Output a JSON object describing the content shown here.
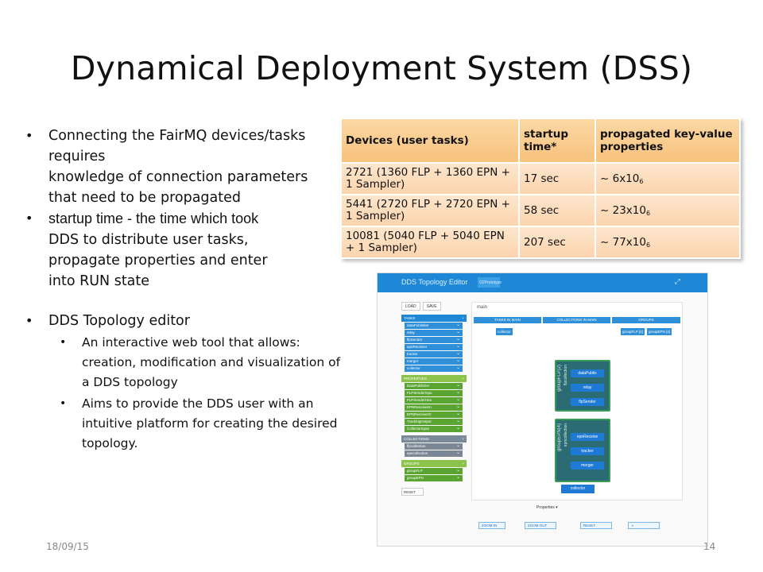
{
  "slide": {
    "title": "Dynamical Deployment System (DSS)",
    "footer_date": "18/09/15",
    "page_number": "14"
  },
  "bullets": {
    "b1_line1": "Connecting the FairMQ devices/tasks",
    "b1_line2": "requires",
    "b1_line3": "knowledge of connection parameters",
    "b1_line4": "that need to be propagated",
    "b2_lead": "startup time",
    "b2_rest": " - the time which took",
    "b2_line2": "DDS to distribute user tasks,",
    "b2_line3": "propagate  properties and enter",
    "b2_line4": "into RUN state",
    "b3": "DDS Topology editor",
    "sub1": "An interactive web tool that allows: creation, modification and visualization of a DDS topology",
    "sub2": "Aims to provide the DDS user with an intuitive platform for creating the desired topology."
  },
  "table": {
    "headers": [
      "Devices (user tasks)",
      "startup time*",
      "propagated key-value properties"
    ],
    "rows": [
      {
        "devices": "2721 (1360 FLP + 1360 EPN + 1 Sampler)",
        "time": "17 sec",
        "props": "~ 6x10",
        "exp": "6"
      },
      {
        "devices": "5441 (2720 FLP + 2720 EPN + 1 Sampler)",
        "time": "58 sec",
        "props": "~ 23x10",
        "exp": "6"
      },
      {
        "devices": "10081 (5040 FLP + 5040 EPN + 1 Sampler)",
        "time": "207 sec",
        "props": "~ 77x10",
        "exp": "6"
      }
    ]
  },
  "editor": {
    "title": "DDS Topology Editor",
    "chip": "O2Prototype",
    "load": "LOAD",
    "save": "SAVE",
    "tasks_header": "TASKS",
    "tasks": [
      "dataPublisher",
      "relay",
      "flpSender",
      "epnReceiver",
      "tracker",
      "merger",
      "collector"
    ],
    "properties_header": "PROPERTIES",
    "properties": [
      "DataPublisher",
      "FLPSenderInpu",
      "FLPSenderHea",
      "EPNReceiverIn",
      "EPNReceiverO",
      "TrackingOutput",
      "CollectorInput"
    ],
    "collections_header": "COLLECTIONS",
    "collections": [
      "flpcollection",
      "epncollection"
    ],
    "groups_header": "GROUPS",
    "groups": [
      "groupFLP",
      "groupEPN"
    ],
    "reset_side": "RESET",
    "main_label": "main",
    "col_tasks": "TASKS IN MAIN",
    "col_collections": "COLLECTIONS IN MAIN",
    "col_groups": "GROUPS",
    "cell_collector": "collector",
    "cell_groupflp": "groupFLP [2]",
    "cell_groupepn": "groupEPN [4]",
    "grp1_label": "groupFLP(2)",
    "grp1_sub": "flpcollection",
    "grp2_label": "groupEPN(4)",
    "grp2_sub": "epncollection",
    "grp1_nodes": [
      "dataPublis",
      "relay",
      "flpSender"
    ],
    "grp2_nodes": [
      "epnReceive",
      "tracker",
      "merger"
    ],
    "collector_node": "collector",
    "zoom_in": "ZOOM  IN",
    "zoom_out": "ZOOM  OUT",
    "reset": "RESET",
    "properties_select": "Properties"
  }
}
